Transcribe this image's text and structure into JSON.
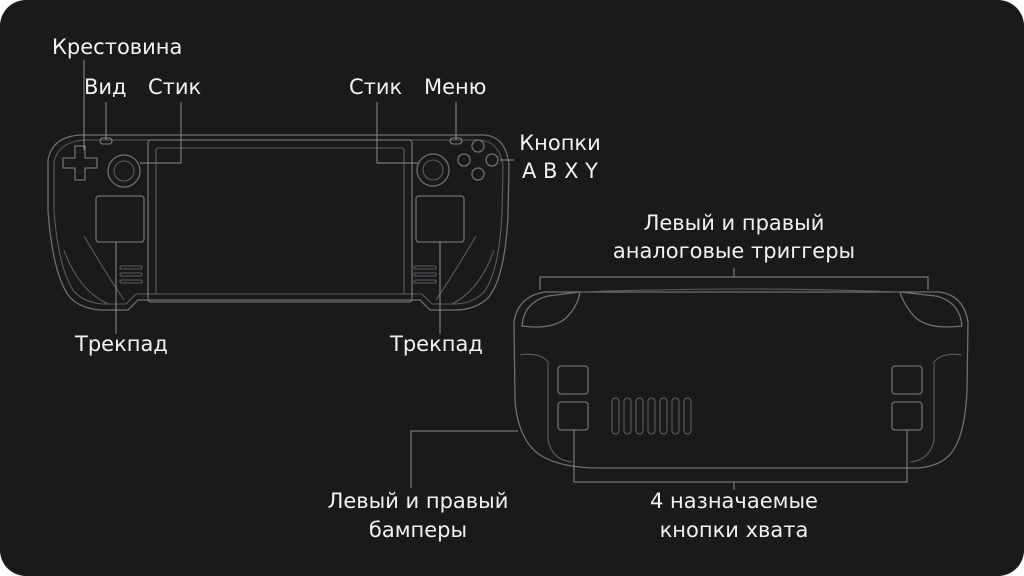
{
  "labels": {
    "dpad": "Крестовина",
    "view": "Вид",
    "stick_left": "Стик",
    "stick_right": "Стик",
    "menu": "Меню",
    "abxy_line1": "Кнопки",
    "abxy_line2": "A B X Y",
    "trackpad_left": "Трекпад",
    "trackpad_right": "Трекпад",
    "triggers_line1": "Левый и правый",
    "triggers_line2": "аналоговые триггеры",
    "bumpers_line1": "Левый и правый",
    "bumpers_line2": "бамперы",
    "grip_line1": "4 назначаемые",
    "grip_line2": "кнопки хвата"
  },
  "colors": {
    "background": "#1a1a1b",
    "text": "#f2f2f2",
    "device_outline": "#6f6f74"
  }
}
